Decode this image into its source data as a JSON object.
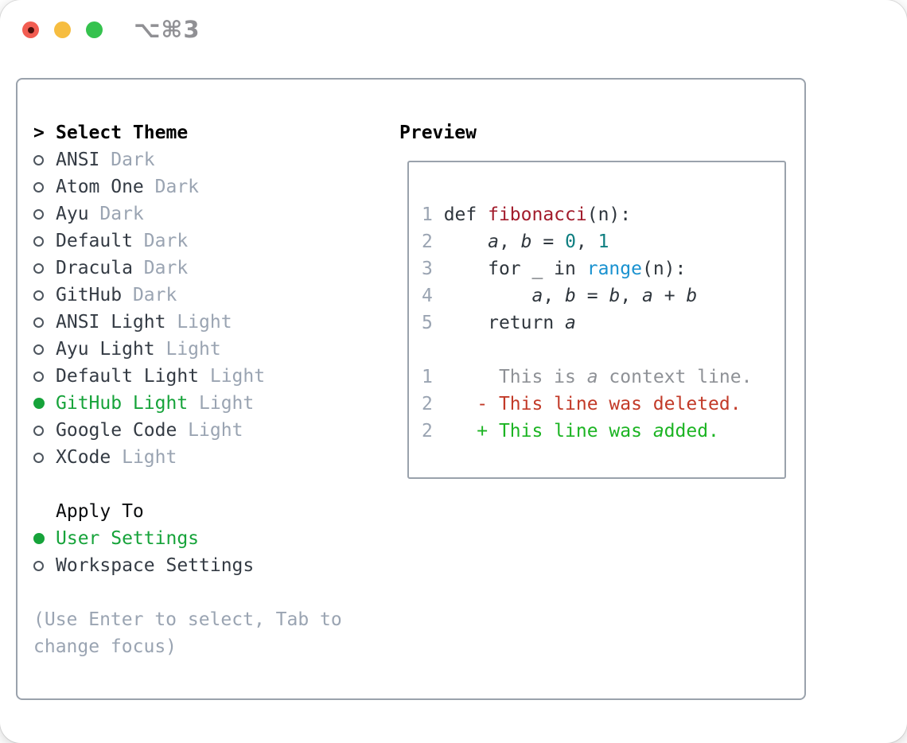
{
  "titlebar": {
    "shortcut": "⌥⌘3",
    "buttons": [
      {
        "name": "close"
      },
      {
        "name": "minimize"
      },
      {
        "name": "zoom"
      }
    ]
  },
  "theme_panel": {
    "header_marker": ">",
    "header_label": "Select Theme",
    "themes": [
      {
        "name": "ANSI",
        "tag": "Dark",
        "selected": false
      },
      {
        "name": "Atom One",
        "tag": "Dark",
        "selected": false
      },
      {
        "name": "Ayu",
        "tag": "Dark",
        "selected": false
      },
      {
        "name": "Default",
        "tag": "Dark",
        "selected": false
      },
      {
        "name": "Dracula",
        "tag": "Dark",
        "selected": false
      },
      {
        "name": "GitHub",
        "tag": "Dark",
        "selected": false
      },
      {
        "name": "ANSI Light",
        "tag": "Light",
        "selected": false
      },
      {
        "name": "Ayu Light",
        "tag": "Light",
        "selected": false
      },
      {
        "name": "Default Light",
        "tag": "Light",
        "selected": false
      },
      {
        "name": "GitHub Light",
        "tag": "Light",
        "selected": true
      },
      {
        "name": "Google Code",
        "tag": "Light",
        "selected": false
      },
      {
        "name": "XCode",
        "tag": "Light",
        "selected": false
      }
    ],
    "apply_to_label": "Apply To",
    "apply_targets": [
      {
        "name": "User Settings",
        "selected": true
      },
      {
        "name": "Workspace Settings",
        "selected": false
      }
    ],
    "help_lines": [
      "(Use Enter to select, Tab to",
      "change focus)"
    ]
  },
  "preview": {
    "title": "Preview",
    "lines": [
      [
        [
          "ln",
          "1 "
        ],
        [
          "pl",
          "def "
        ],
        [
          "fn",
          "fibonacci"
        ],
        [
          "pl",
          "(n):"
        ]
      ],
      [
        [
          "ln",
          "2 "
        ],
        [
          "pl",
          "    "
        ],
        [
          "var",
          "a"
        ],
        [
          "pl",
          ", "
        ],
        [
          "var",
          "b"
        ],
        [
          "pl",
          " = "
        ],
        [
          "num",
          "0"
        ],
        [
          "pl",
          ", "
        ],
        [
          "num",
          "1"
        ]
      ],
      [
        [
          "ln",
          "3 "
        ],
        [
          "pl",
          "    for _ in "
        ],
        [
          "bi",
          "range"
        ],
        [
          "pl",
          "(n):"
        ]
      ],
      [
        [
          "ln",
          "4 "
        ],
        [
          "pl",
          "        "
        ],
        [
          "var",
          "a"
        ],
        [
          "pl",
          ", "
        ],
        [
          "var",
          "b"
        ],
        [
          "pl",
          " = "
        ],
        [
          "var",
          "b"
        ],
        [
          "pl",
          ", "
        ],
        [
          "var",
          "a"
        ],
        [
          "pl",
          " + "
        ],
        [
          "var",
          "b"
        ]
      ],
      [
        [
          "ln",
          "5 "
        ],
        [
          "pl",
          "    return "
        ],
        [
          "var",
          "a"
        ]
      ],
      [],
      [
        [
          "ln",
          "1 "
        ],
        [
          "ctx",
          "     This is "
        ],
        [
          "ctxi",
          "a"
        ],
        [
          "ctx",
          " context line."
        ]
      ],
      [
        [
          "ln",
          "2 "
        ],
        [
          "del",
          "   - This line was deleted."
        ]
      ],
      [
        [
          "ln",
          "2 "
        ],
        [
          "add",
          "   + This line was "
        ],
        [
          "addi",
          "a"
        ],
        [
          "add",
          "dded."
        ]
      ]
    ]
  },
  "colors": {
    "selection_green": "#16a33a",
    "added_green": "#1cb423",
    "deleted_red": "#c23a28",
    "context_gray": "#8e9196",
    "function_red": "#a21c2c",
    "number_teal": "#0e7e80",
    "builtin_blue": "#1a92d0",
    "muted_gray": "#9aa4b2",
    "panel_border": "#9aa2ac",
    "traffic_red": "#f25d52",
    "traffic_yellow": "#f6bd40",
    "traffic_green": "#35c24e"
  }
}
